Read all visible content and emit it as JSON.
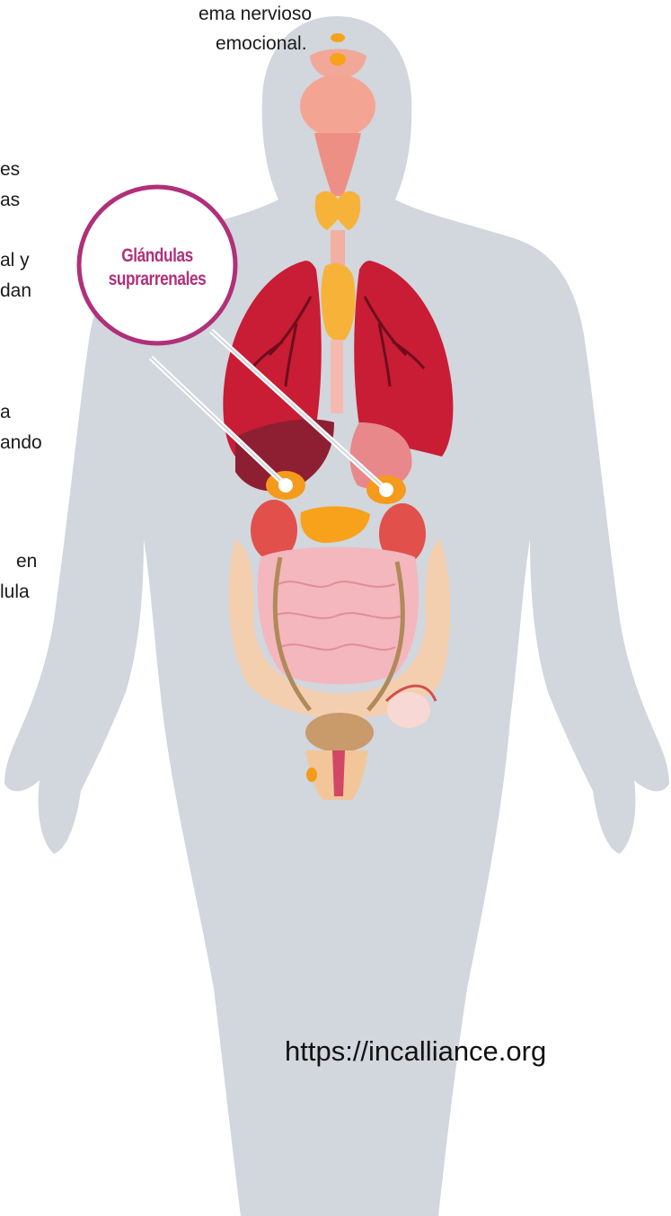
{
  "colors": {
    "silhouette": "#d2d6dd",
    "callout_ring": "#b0307a",
    "callout_text": "#b0307a",
    "lungs": "#c81d35",
    "adrenal_glands": "#f59a1b",
    "thyroid": "#f7b23a",
    "intestine": "#f3b7bd",
    "kidneys": "#e2504c"
  },
  "text_fragments": [
    "ema nervioso",
    "emocional.",
    "es",
    "as",
    "al y",
    "dan",
    "a",
    "ando",
    "en",
    "lula"
  ],
  "callout": {
    "line1": "Glándulas",
    "line2": "suprarrenales",
    "pointer_icon": "adrenal-gland-pointer"
  },
  "source_url": "https://incalliance.org"
}
